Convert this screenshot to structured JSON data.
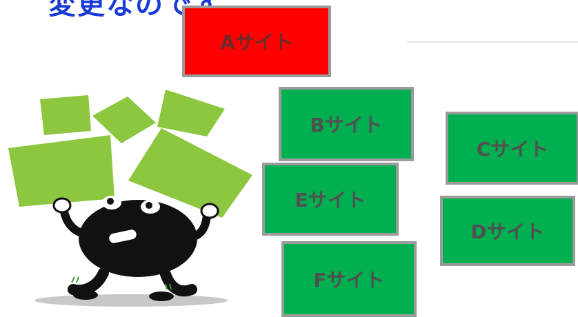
{
  "heading": "変更なのです",
  "sites": {
    "a": "Aサイト",
    "b": "Bサイト",
    "c": "Cサイト",
    "d": "Dサイト",
    "e": "Eサイト",
    "f": "Fサイト"
  },
  "colors": {
    "active": "#ff0000",
    "normal": "#00b050",
    "border": "#9b9b9b",
    "tile": "#8dc63f",
    "heading": "#1a3ad6"
  },
  "illustration": "character-juggling-boxes-icon"
}
